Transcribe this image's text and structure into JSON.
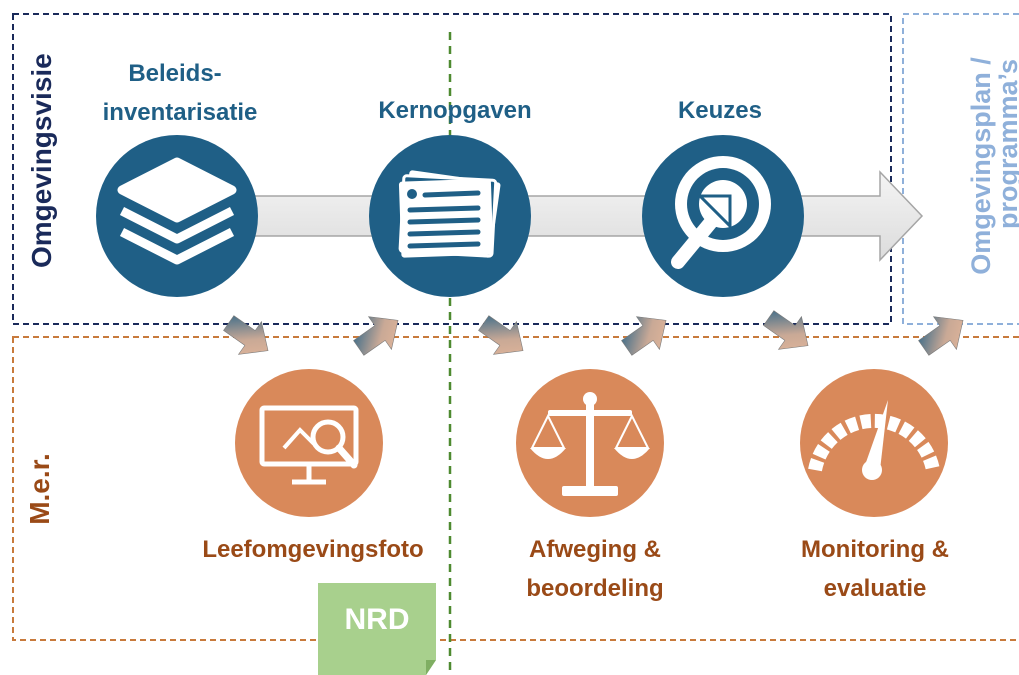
{
  "section_labels": {
    "top": "Omgevingsvisie",
    "bottom": "M.e.r.",
    "right_line1": "Omgevingsplan /",
    "right_line2": "programma’s"
  },
  "steps": [
    {
      "label_line1": "Beleids-",
      "label_line2": "inventarisatie",
      "icon": "stack-layers-icon"
    },
    {
      "label_line1": "Kernopgaven",
      "label_line2": "",
      "icon": "documents-icon"
    },
    {
      "label_line1": "Keuzes",
      "label_line2": "",
      "icon": "target-arrow-icon"
    }
  ],
  "mer_steps": [
    {
      "label_line1": "Leefomgevingsfoto",
      "label_line2": "",
      "icon": "monitor-magnifier-icon"
    },
    {
      "label_line1": "Afweging &",
      "label_line2": "beoordeling",
      "icon": "balance-scale-icon"
    },
    {
      "label_line1": "Monitoring &",
      "label_line2": "evaluatie",
      "icon": "gauge-icon"
    }
  ],
  "note": "NRD",
  "colors": {
    "blue": "#1f5f86",
    "dark_blue_border": "#1a2a5a",
    "light_blue": "#8fb0da",
    "orange_circle": "#d9895a",
    "orange_text": "#9a4a17",
    "orange_dash": "#c87a3c",
    "green_dash": "#4e8a30",
    "note_green": "#a8d08d"
  }
}
